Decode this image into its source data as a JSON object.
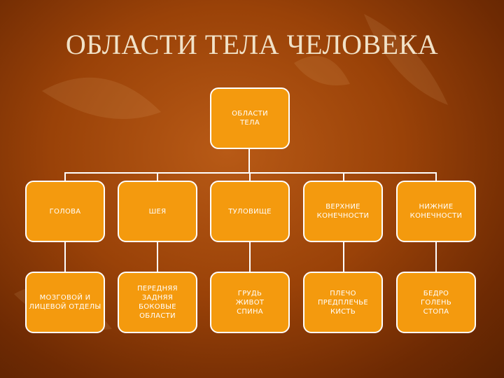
{
  "title": "ОБЛАСТИ ТЕЛА ЧЕЛОВЕКА",
  "root": "ОБЛАСТИ\nТЕЛА",
  "regions": [
    {
      "label": "ГОЛОВА",
      "parts": "МОЗГОВОЙ И\nЛИЦЕВОЙ ОТДЕЛЫ"
    },
    {
      "label": "ШЕЯ",
      "parts": "ПЕРЕДНЯЯ\nЗАДНЯЯ\nБОКОВЫЕ\nОБЛАСТИ"
    },
    {
      "label": "ТУЛОВИЩЕ",
      "parts": "ГРУДЬ\nЖИВОТ\nСПИНА"
    },
    {
      "label": "ВЕРХНИЕ\nКОНЕЧНОСТИ",
      "parts": "ПЛЕЧО\nПРЕДПЛЕЧЬЕ\nКИСТЬ"
    },
    {
      "label": "НИЖНИЕ\nКОНЕЧНОСТИ",
      "parts": "БЕДРО\nГОЛЕНЬ\nСТОПА"
    }
  ],
  "colors": {
    "node_fill": "#f49a0e",
    "border": "#ffffff",
    "background": "#9a4208"
  }
}
